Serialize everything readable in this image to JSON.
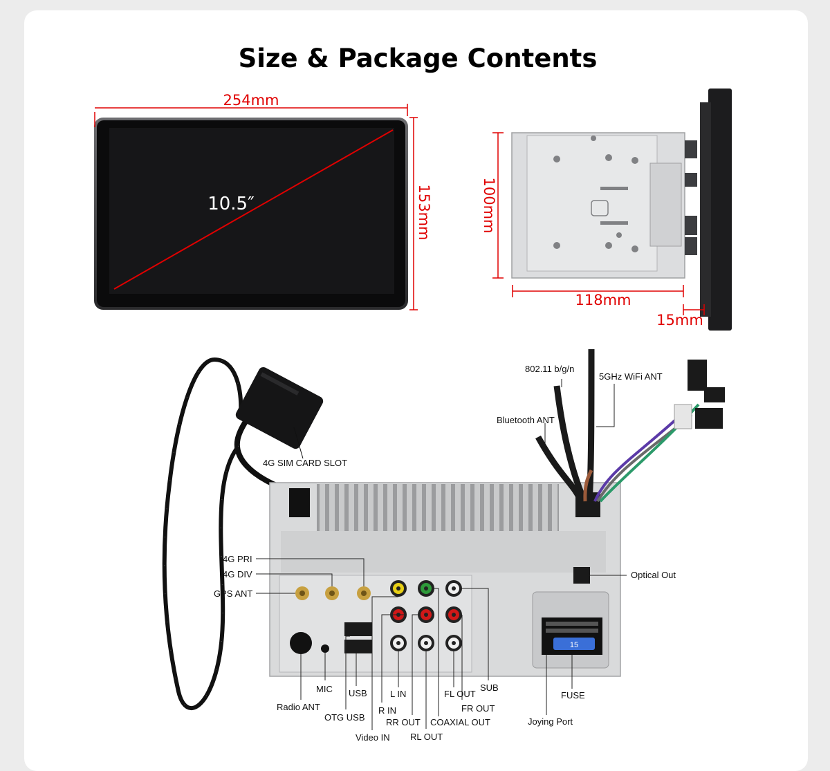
{
  "title": "Size & Package Contents",
  "dimensions": {
    "width": "254mm",
    "height": "153mm",
    "diagonal": "10.5″",
    "depth_height": "100mm",
    "depth": "118mm",
    "panel_thickness": "15mm"
  },
  "top_labels": {
    "sim": "4G SIM CARD SLOT",
    "wifi24": "802.11 b/g/n",
    "wifi5": "5GHz WiFi ANT",
    "bt": "Bluetooth ANT",
    "optical": "Optical Out"
  },
  "left_labels": {
    "pri": "4G PRI",
    "div": "4G DIV",
    "gps": "GPS ANT"
  },
  "bottom_labels": {
    "mic": "MIC",
    "usb": "USB",
    "lin": "L IN",
    "flout": "FL OUT",
    "sub": "SUB",
    "fuse": "FUSE",
    "radio": "Radio ANT",
    "otg": "OTG USB",
    "rin": "R IN",
    "frout": "FR OUT",
    "rrout": "RR OUT",
    "coax": "COAXIAL OUT",
    "joying": "Joying Port",
    "video": "Video IN",
    "rlout": "RL OUT"
  },
  "device_labels": {
    "fuse_value": "15"
  },
  "colors": {
    "dimension_red": "#e00000",
    "screen": "#0d0d0e",
    "chassis": "#d9dadb",
    "cable": "#101010"
  }
}
